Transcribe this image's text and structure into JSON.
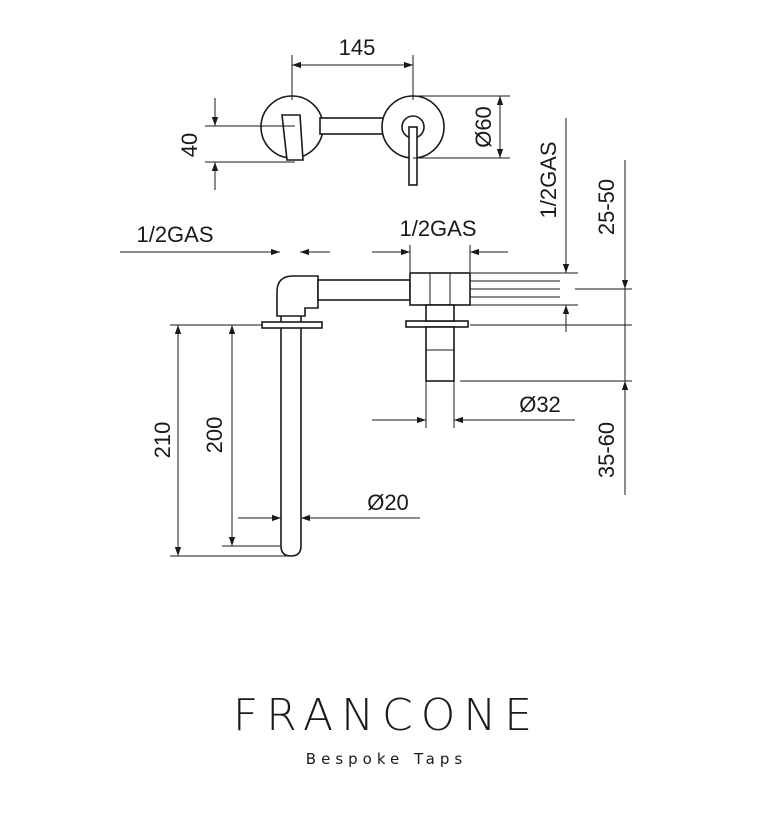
{
  "dimensions": {
    "width_between_centers": "145",
    "plate_diameter": "Ø60",
    "height_40": "40",
    "thread_left": "1/2GAS",
    "thread_right": "1/2GAS",
    "thread_vertical": "1/2GAS",
    "wall_range_top": "25-50",
    "wall_range_bottom": "35-60",
    "body_diameter": "Ø32",
    "spout_total_length": "210",
    "spout_length": "200",
    "spout_diameter": "Ø20"
  },
  "brand": {
    "name": "FRANCONE",
    "tagline": "Bespoke Taps"
  }
}
